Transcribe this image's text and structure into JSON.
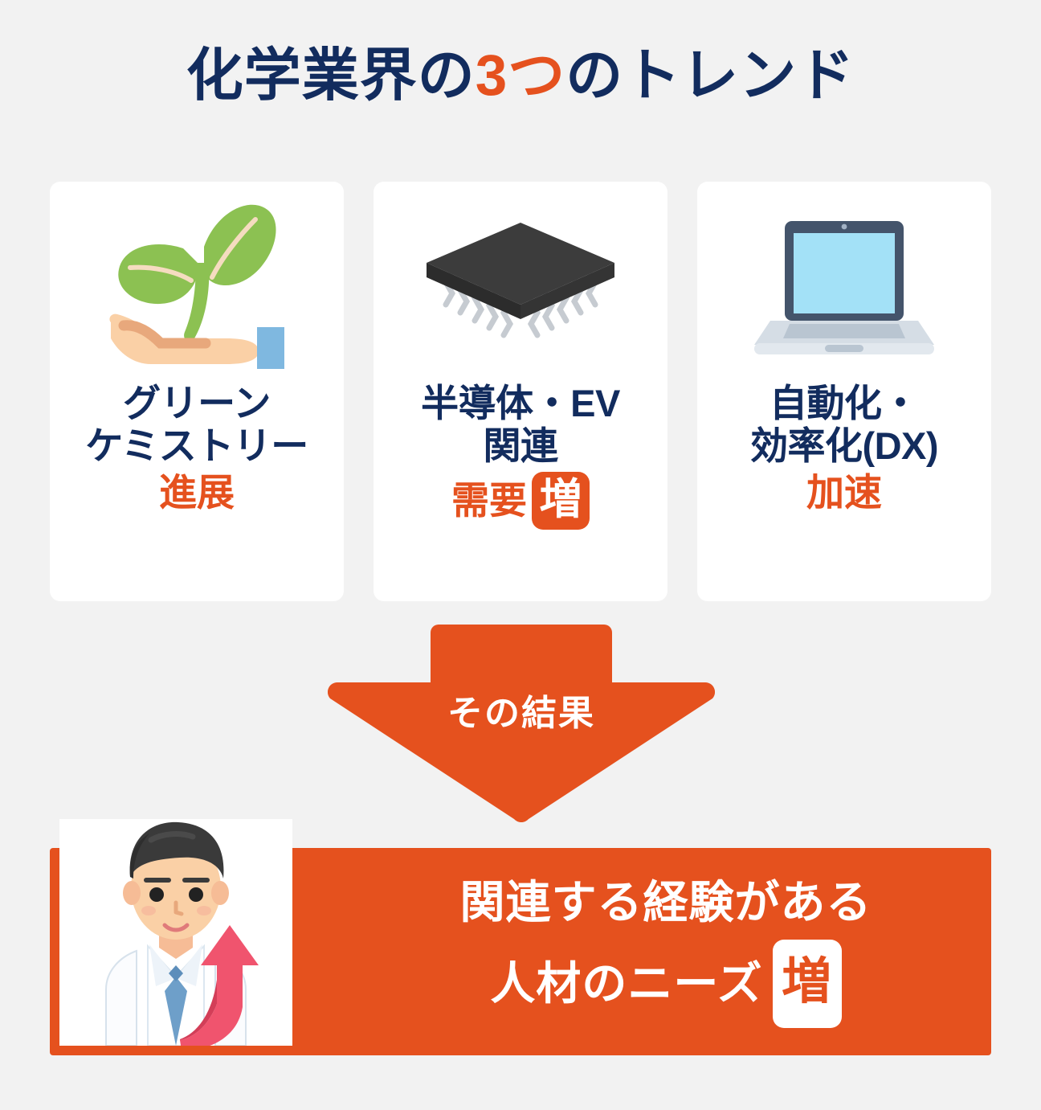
{
  "title": {
    "part1": "化学業界の",
    "accent": "3つ",
    "part2": "のトレンド"
  },
  "colors": {
    "navy": "#122C5E",
    "orange": "#E5511E",
    "background": "#F2F2F2",
    "card_background": "#FFFFFF",
    "leaf_green": "#8CC152",
    "skin": "#FAD0A6",
    "chip_dark": "#3A3A3A",
    "laptop_screen": "#A3E1F7",
    "arrow_pink": "#F0546E"
  },
  "cards": [
    {
      "icon": "sprout-in-hand-icon",
      "title_line1": "グリーン",
      "title_line2": "ケミストリー",
      "sub_text": "進展",
      "badge": null
    },
    {
      "icon": "microchip-icon",
      "title_line1": "半導体・EV",
      "title_line2": "関連",
      "sub_text": "需要",
      "badge": "増"
    },
    {
      "icon": "laptop-icon",
      "title_line1": "自動化・",
      "title_line2": "効率化(DX)",
      "sub_text": "加速",
      "badge": null
    }
  ],
  "arrow": {
    "label": "その結果"
  },
  "banner": {
    "photo_icon": "scientist-with-rising-arrow-photo",
    "line1": "関連する経験がある",
    "line2": "人材のニーズ",
    "badge": "増"
  }
}
